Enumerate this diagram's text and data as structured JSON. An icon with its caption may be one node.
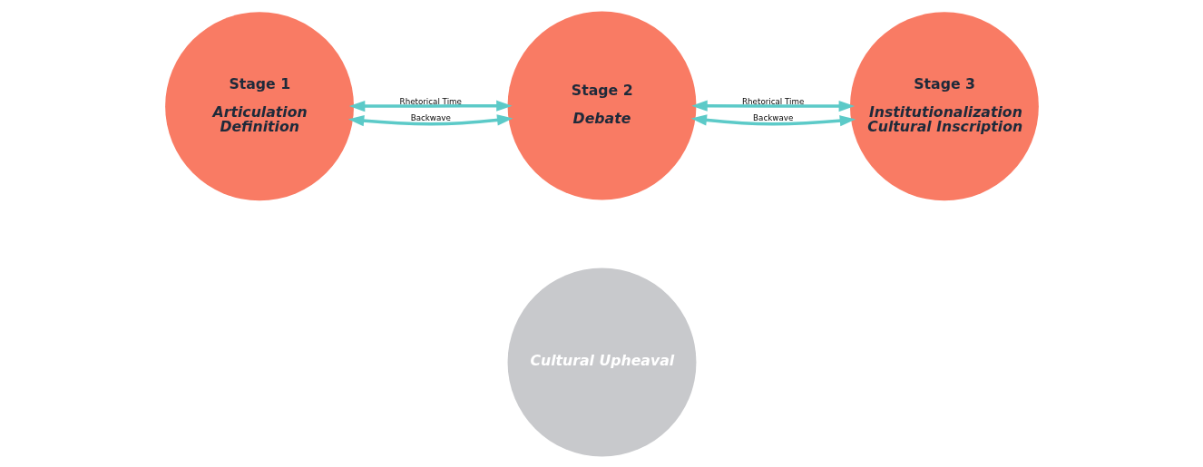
{
  "diagram": {
    "nodes": [
      {
        "text": [
          "Stage 1",
          "Articulation Definition"
        ]
      },
      {
        "text": [
          "Stage 2",
          "Debate"
        ]
      },
      {
        "text": [
          "Stage 3",
          "Institutionalization Cultural Inscription"
        ]
      },
      {
        "text": [
          "Cultural Upheaval"
        ]
      }
    ],
    "edges": [
      {
        "from": 0,
        "to": 1,
        "arrow": "both",
        "label": "Rhetorical Time"
      },
      {
        "from": 0,
        "to": 1,
        "arrow": "both",
        "label": "Backwave"
      },
      {
        "from": 1,
        "to": 2,
        "arrow": "both",
        "label": "Rhetorical Time"
      },
      {
        "from": 1,
        "to": 2,
        "arrow": "both",
        "label": "Backwave"
      }
    ]
  }
}
